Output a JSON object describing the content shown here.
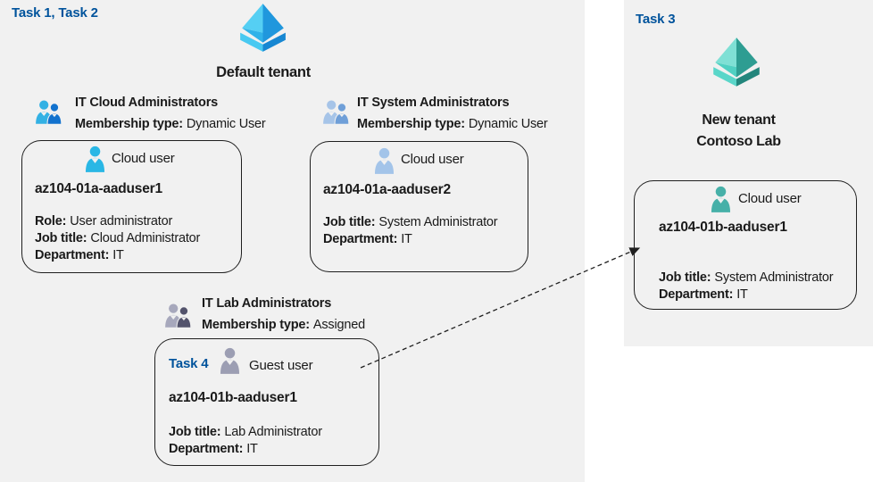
{
  "colors": {
    "task_label": "#00539c",
    "text": "#1a1a1a",
    "panel_bg": "#f1f1f1",
    "card_border": "#1f1f1f",
    "arrow": "#1f1f1f",
    "aad_blue_face_ul": "#55CFF3",
    "aad_blue_face_ll": "#30B2E9",
    "aad_blue_face_r": "#2097DD",
    "aad_blue_chev_l": "#49C9F1",
    "aad_blue_chev_r": "#1787D2",
    "aad_teal_face_ul": "#7FE0D5",
    "aad_teal_face_ll": "#4FD0C2",
    "aad_teal_face_r": "#2E9D92",
    "aad_teal_chev_l": "#5AD6C9",
    "aad_teal_chev_r": "#23867C",
    "user_cloud1": "#29B7E5",
    "user_cloud2": "#A3C4E9",
    "user_guest": "#9C9EB3",
    "user_teal": "#46B0A8",
    "group1_big": "#33B1E4",
    "group1_small": "#1272CE",
    "group2_big": "#A6C4E8",
    "group2_small": "#6F9FD8",
    "group3_big": "#A7A8BC",
    "group3_small": "#53536C"
  },
  "left": {
    "tasks_label": "Task 1, Task 2",
    "tenant_name": "Default tenant",
    "groups": [
      {
        "name": "IT Cloud Administrators",
        "membership_label": "Membership type:",
        "membership_value": "Dynamic User"
      },
      {
        "name": "IT System Administrators",
        "membership_label": "Membership type:",
        "membership_value": "Dynamic User"
      },
      {
        "name": "IT Lab Administrators",
        "membership_label": "Membership type:",
        "membership_value": "Assigned"
      }
    ],
    "users": [
      {
        "type_label": "Cloud user",
        "name": "az104-01a-aaduser1",
        "fields": [
          {
            "label": "Role:",
            "value": "User administrator"
          },
          {
            "label": "Job title:",
            "value": "Cloud Administrator"
          },
          {
            "label": "Department:",
            "value": "IT"
          }
        ]
      },
      {
        "type_label": "Cloud user",
        "name": "az104-01a-aaduser2",
        "fields": [
          {
            "label": "Job title:",
            "value": "System Administrator"
          },
          {
            "label": "Department:",
            "value": "IT"
          }
        ]
      },
      {
        "task_label": "Task 4",
        "type_label": "Guest user",
        "name": "az104-01b-aaduser1",
        "fields": [
          {
            "label": "Job title:",
            "value": "Lab Administrator"
          },
          {
            "label": "Department:",
            "value": "IT"
          }
        ]
      }
    ]
  },
  "right": {
    "task_label": "Task 3",
    "tenant_line1": "New tenant",
    "tenant_line2": "Contoso Lab",
    "user": {
      "type_label": "Cloud user",
      "name": "az104-01b-aaduser1",
      "fields": [
        {
          "label": "Job title:",
          "value": "System Administrator"
        },
        {
          "label": "Department:",
          "value": "IT"
        }
      ]
    }
  }
}
